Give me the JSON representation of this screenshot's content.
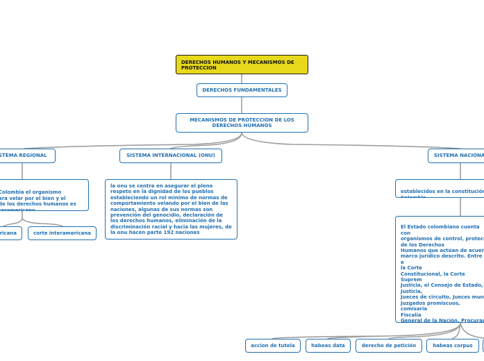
{
  "map": {
    "root": "DERECHOS HUMANOS Y MECANISMOS DE PROTECCION",
    "fundamentales": "DERECHOS FUNDAMENTALES",
    "mecanismos": "MECANISMOS DE PROTECCION DE LOS DERECHOS HUMANOS",
    "regional": "SISTEMA REGIONAL",
    "regional_desc": "Colombia el organismo\nara velar por el bien y el\nde los derechos humanos es\nteramericano",
    "regional_child_1": "ricana",
    "regional_child_2": "corte interamericana",
    "internacional": "SISTEMA INTERNACIONAL (ONU)",
    "internacional_desc": "la onu se centra en asegurar el pleno respeto en la dignidad de los pueblos estableciendo un rol minimo de normas de comportamiento velando por el bien de las naciones, algunas de sus normas son prevención del genocidio, declaración de los derechos humanos, eliminación de la discriminación racial y hacia las mujeres, de la onu hacen parte 192 naciones",
    "nacional": "SISTEMA NACIONAL",
    "nacional_desc": "establecidos en la constitución\nColombia",
    "nacional_detail": "El Estado colombiano cuenta con\norganismos de control, protecc\nde los Derechos\nHumanos que actúan de acuer\nmarco jurídico descrito. Entre e\nla Corte\nConstitucional, la Corte Suprem\nJusticia, el Consejo de Estado, J\nJusticia,\nJueces de circuito, Jueces muni\nJuzgados promiscuos, comisaría\nFiscalía\nGeneral de la Nación, Procurad\nDefensoría del Pueblo, persone\njurisdicción electoral,\njurisdicciones indígenas, veedu\nciudadanas, la policía y las fuer",
    "mech_1": "accion de tutela",
    "mech_2": "habeas data",
    "mech_3": "derecho de petición",
    "mech_4": "habeas corpus"
  },
  "colors": {
    "node_border": "#1f6fb2",
    "node_text": "#1f6fb2",
    "root_fill": "#e7d81b",
    "connector": "#9e9e9e"
  }
}
